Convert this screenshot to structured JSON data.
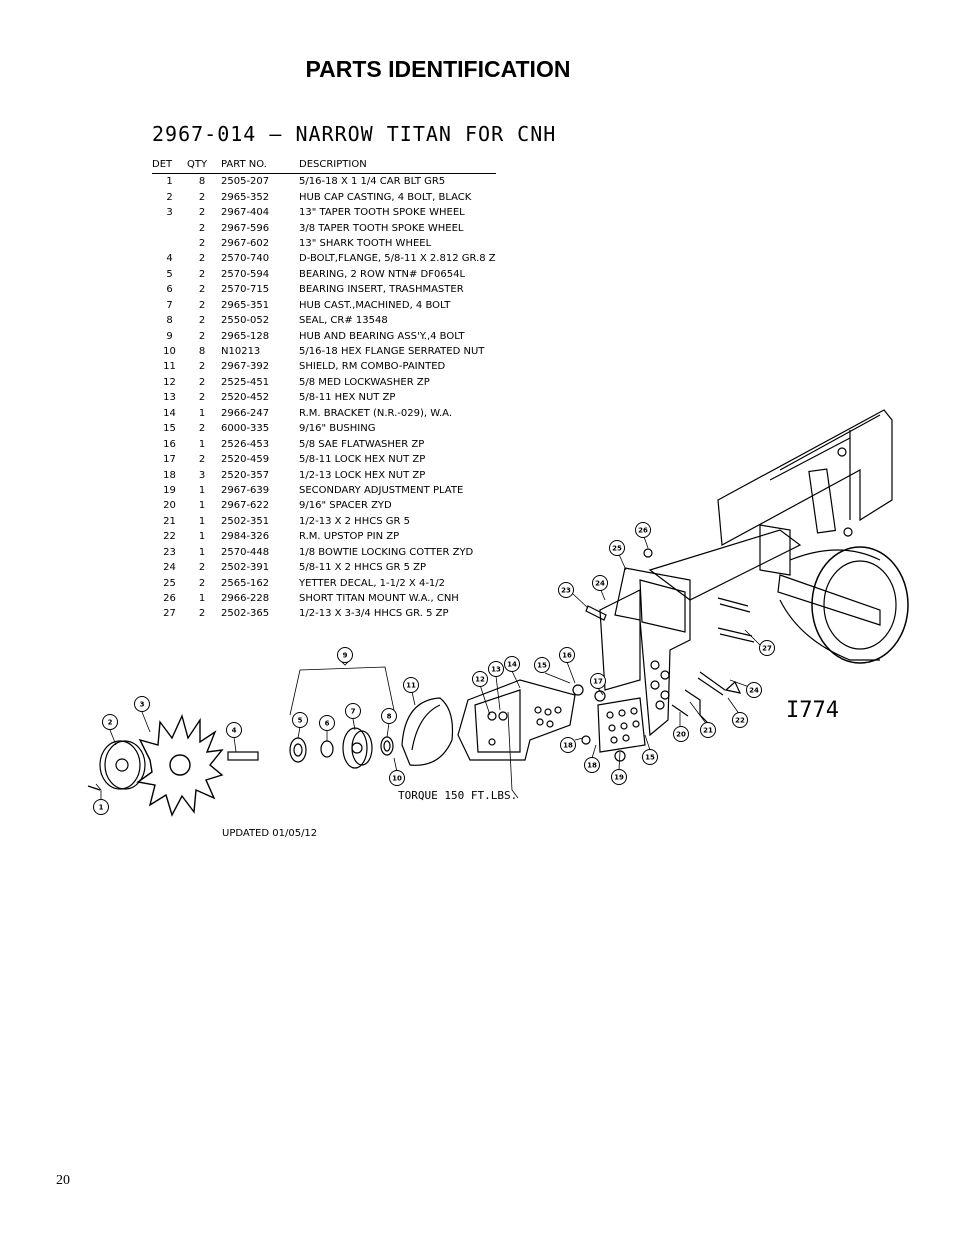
{
  "page": {
    "title": "PARTS IDENTIFICATION",
    "number": "20"
  },
  "kit": {
    "title": "2967-014 — NARROW TITAN FOR CNH",
    "updated": "UPDATED 01/05/12",
    "drawing_id": "I774",
    "torque_note": "TORQUE 150 FT.LBS."
  },
  "table": {
    "headers": {
      "det": "DET",
      "qty": "QTY",
      "part": "PART NO.",
      "desc": "DESCRIPTION"
    },
    "rows": [
      {
        "det": "1",
        "qty": "8",
        "part": "2505-207",
        "desc": "5/16-18 X 1 1/4 CAR BLT GR5"
      },
      {
        "det": "2",
        "qty": "2",
        "part": "2965-352",
        "desc": "HUB CAP CASTING, 4 BOLT, BLACK"
      },
      {
        "det": "3",
        "qty": "2",
        "part": "2967-404",
        "desc": "13\" TAPER TOOTH SPOKE WHEEL"
      },
      {
        "det": "",
        "qty": "2",
        "part": "2967-596",
        "desc": "3/8 TAPER TOOTH SPOKE WHEEL"
      },
      {
        "det": "",
        "qty": "2",
        "part": "2967-602",
        "desc": "13\" SHARK TOOTH WHEEL"
      },
      {
        "det": "4",
        "qty": "2",
        "part": "2570-740",
        "desc": "D-BOLT,FLANGE, 5/8-11 X 2.812 GR.8 Z"
      },
      {
        "det": "5",
        "qty": "2",
        "part": "2570-594",
        "desc": "BEARING, 2 ROW NTN# DF0654L"
      },
      {
        "det": "6",
        "qty": "2",
        "part": "2570-715",
        "desc": "BEARING INSERT, TRASHMASTER"
      },
      {
        "det": "7",
        "qty": "2",
        "part": "2965-351",
        "desc": "HUB CAST.,MACHINED, 4 BOLT"
      },
      {
        "det": "8",
        "qty": "2",
        "part": "2550-052",
        "desc": "SEAL, CR# 13548"
      },
      {
        "det": "9",
        "qty": "2",
        "part": "2965-128",
        "desc": "HUB AND BEARING ASS'Y.,4 BOLT"
      },
      {
        "det": "10",
        "qty": "8",
        "part": "N10213",
        "desc": "5/16-18 HEX FLANGE SERRATED NUT"
      },
      {
        "det": "11",
        "qty": "2",
        "part": "2967-392",
        "desc": "SHIELD, RM COMBO-PAINTED"
      },
      {
        "det": "12",
        "qty": "2",
        "part": "2525-451",
        "desc": "5/8 MED LOCKWASHER ZP"
      },
      {
        "det": "13",
        "qty": "2",
        "part": "2520-452",
        "desc": "5/8-11 HEX NUT ZP"
      },
      {
        "det": "14",
        "qty": "1",
        "part": "2966-247",
        "desc": "R.M. BRACKET (N.R.-029), W.A."
      },
      {
        "det": "15",
        "qty": "2",
        "part": "6000-335",
        "desc": "9/16\" BUSHING"
      },
      {
        "det": "16",
        "qty": "1",
        "part": "2526-453",
        "desc": "5/8 SAE FLATWASHER ZP"
      },
      {
        "det": "17",
        "qty": "2",
        "part": "2520-459",
        "desc": "5/8-11 LOCK HEX NUT ZP"
      },
      {
        "det": "18",
        "qty": "3",
        "part": "2520-357",
        "desc": "1/2-13 LOCK HEX NUT ZP"
      },
      {
        "det": "19",
        "qty": "1",
        "part": "2967-639",
        "desc": "SECONDARY ADJUSTMENT PLATE"
      },
      {
        "det": "20",
        "qty": "1",
        "part": "2967-622",
        "desc": "9/16\" SPACER ZYD"
      },
      {
        "det": "21",
        "qty": "1",
        "part": "2502-351",
        "desc": "1/2-13 X 2 HHCS GR 5"
      },
      {
        "det": "22",
        "qty": "1",
        "part": "2984-326",
        "desc": "R.M. UPSTOP PIN ZP"
      },
      {
        "det": "23",
        "qty": "1",
        "part": "2570-448",
        "desc": "1/8 BOWTIE LOCKING COTTER ZYD"
      },
      {
        "det": "24",
        "qty": "2",
        "part": "2502-391",
        "desc": "5/8-11 X 2 HHCS GR 5 ZP"
      },
      {
        "det": "25",
        "qty": "2",
        "part": "2565-162",
        "desc": "YETTER DECAL, 1-1/2 X 4-1/2"
      },
      {
        "det": "26",
        "qty": "1",
        "part": "2966-228",
        "desc": "SHORT TITAN MOUNT W.A., CNH"
      },
      {
        "det": "27",
        "qty": "2",
        "part": "2502-365",
        "desc": "1/2-13 X 3-3/4 HHCS GR. 5 ZP"
      }
    ]
  },
  "callouts": [
    "1",
    "2",
    "3",
    "4",
    "5",
    "6",
    "7",
    "8",
    "9",
    "10",
    "11",
    "12",
    "13",
    "14",
    "15",
    "15",
    "16",
    "17",
    "18",
    "18",
    "19",
    "20",
    "21",
    "22",
    "23",
    "24",
    "24",
    "25",
    "26",
    "27"
  ]
}
